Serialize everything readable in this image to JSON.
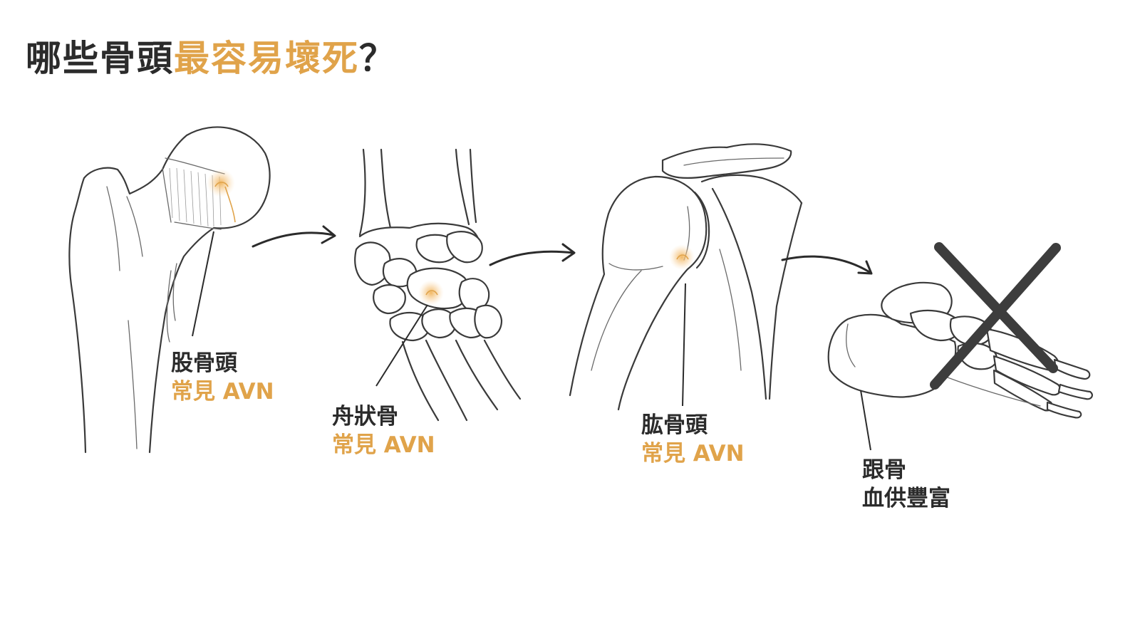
{
  "title": {
    "part1": "哪些骨頭",
    "part2": "最容易壞死",
    "part3": "？"
  },
  "bones": [
    {
      "name": "股骨頭",
      "note": "常見 AVN",
      "status": "avn"
    },
    {
      "name": "舟狀骨",
      "note": "常見 AVN",
      "status": "avn"
    },
    {
      "name": "肱骨頭",
      "note": "常見 AVN",
      "status": "avn"
    },
    {
      "name": "跟骨",
      "note": "血供豐富",
      "status": "safe"
    }
  ],
  "colors": {
    "accent": "#e0a34a",
    "text": "#2b2b2b",
    "line": "#3a3a3a"
  },
  "icons": [
    "right-arrow-icon",
    "cross-mark-icon",
    "avn-spot-icon"
  ]
}
